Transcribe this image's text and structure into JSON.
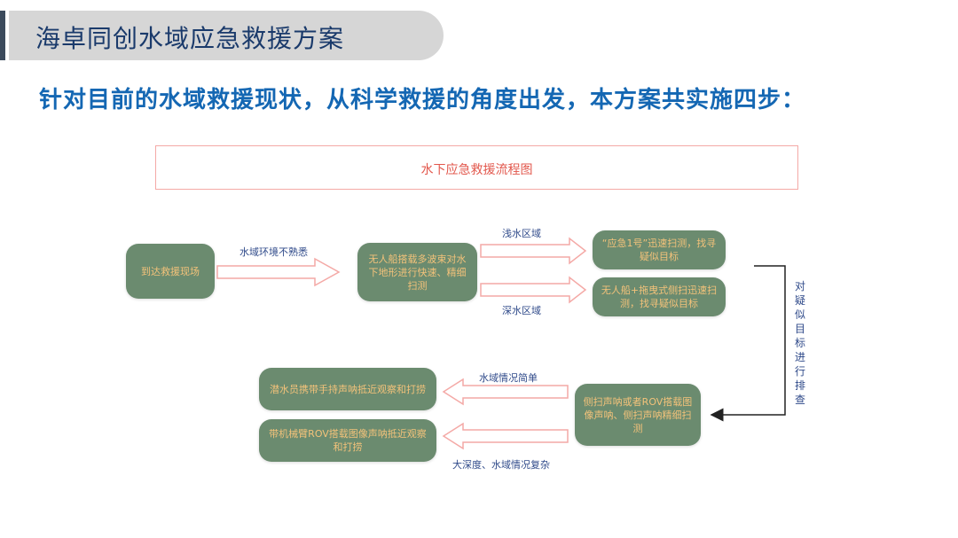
{
  "header": {
    "title": "海卓同创水域应急救援方案"
  },
  "subtitle": "针对目前的水域救援现状，从科学救援的角度出发，本方案共实施四步：",
  "diagram": {
    "title": "水下应急救援流程图",
    "nodes": {
      "arrive": "到达救援现场",
      "usv": "无人船搭载多波束对水下地形进行快速、精细扫测",
      "shallow": "“应急1号”迅速扫测，找寻疑似目标",
      "deep": "无人船+拖曳式侧扫迅速扫测，找寻疑似目标",
      "sonar": "侧扫声呐或者ROV搭载图像声呐、侧扫声呐精细扫测",
      "diver": "潜水员携带手持声呐抵近观察和打捞",
      "rov": "带机械臂ROV搭载图像声呐抵近观察和打捞"
    },
    "labels": {
      "unfamiliar": "水域环境不熟悉",
      "shallow_area": "浅水区域",
      "deep_area": "深水区域",
      "simple": "水域情况简单",
      "complex": "大深度、水域情况复杂",
      "investigate": "对疑似目标进行排查"
    },
    "colors": {
      "node_fill": "#6b8b6f",
      "node_text": "#f3c27a",
      "arrow": "#f4a9a6",
      "label": "#2f4a8a"
    }
  }
}
